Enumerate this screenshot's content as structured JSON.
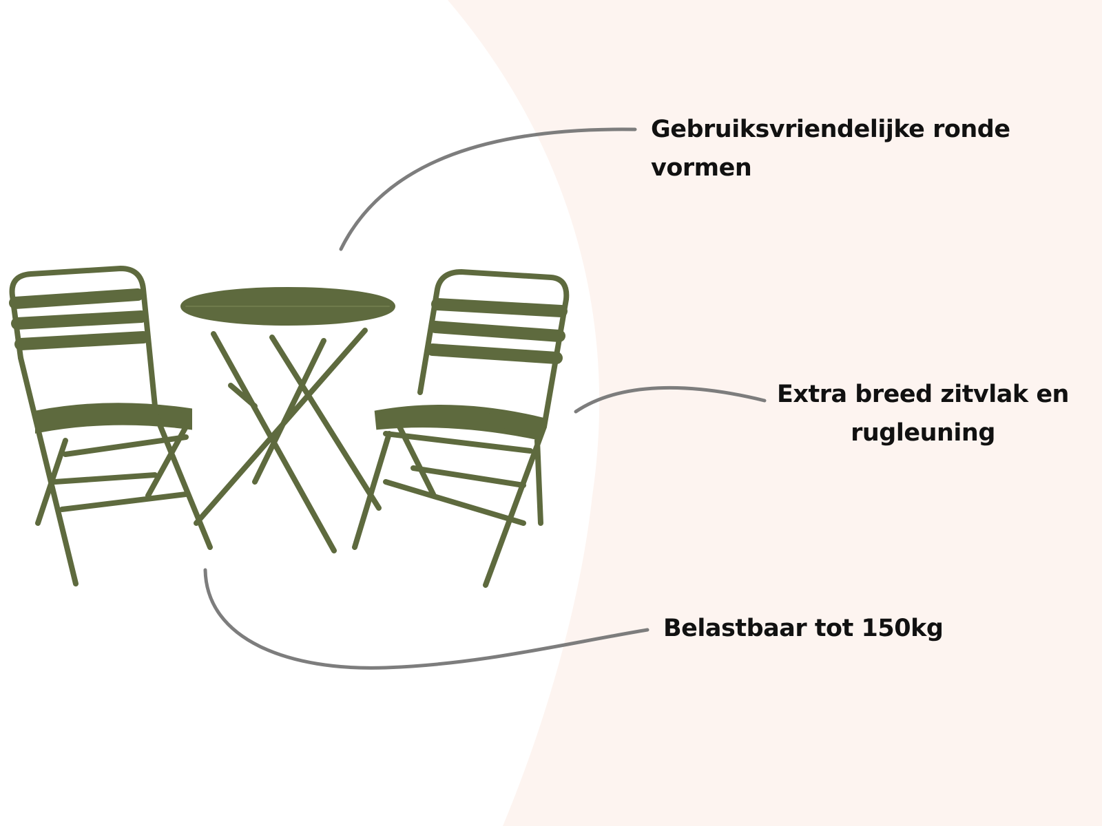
{
  "features": [
    {
      "text": "Gebruiksvriendelijke ronde vormen"
    },
    {
      "text": "Extra breed zitvlak en rugleuning"
    },
    {
      "text": "Belastbaar tot 150kg"
    }
  ],
  "colors": {
    "background": "#fdf4f0",
    "panel": "#ffffff",
    "furniture": "#5e6a3e",
    "callout_line": "#7d7d7d"
  }
}
